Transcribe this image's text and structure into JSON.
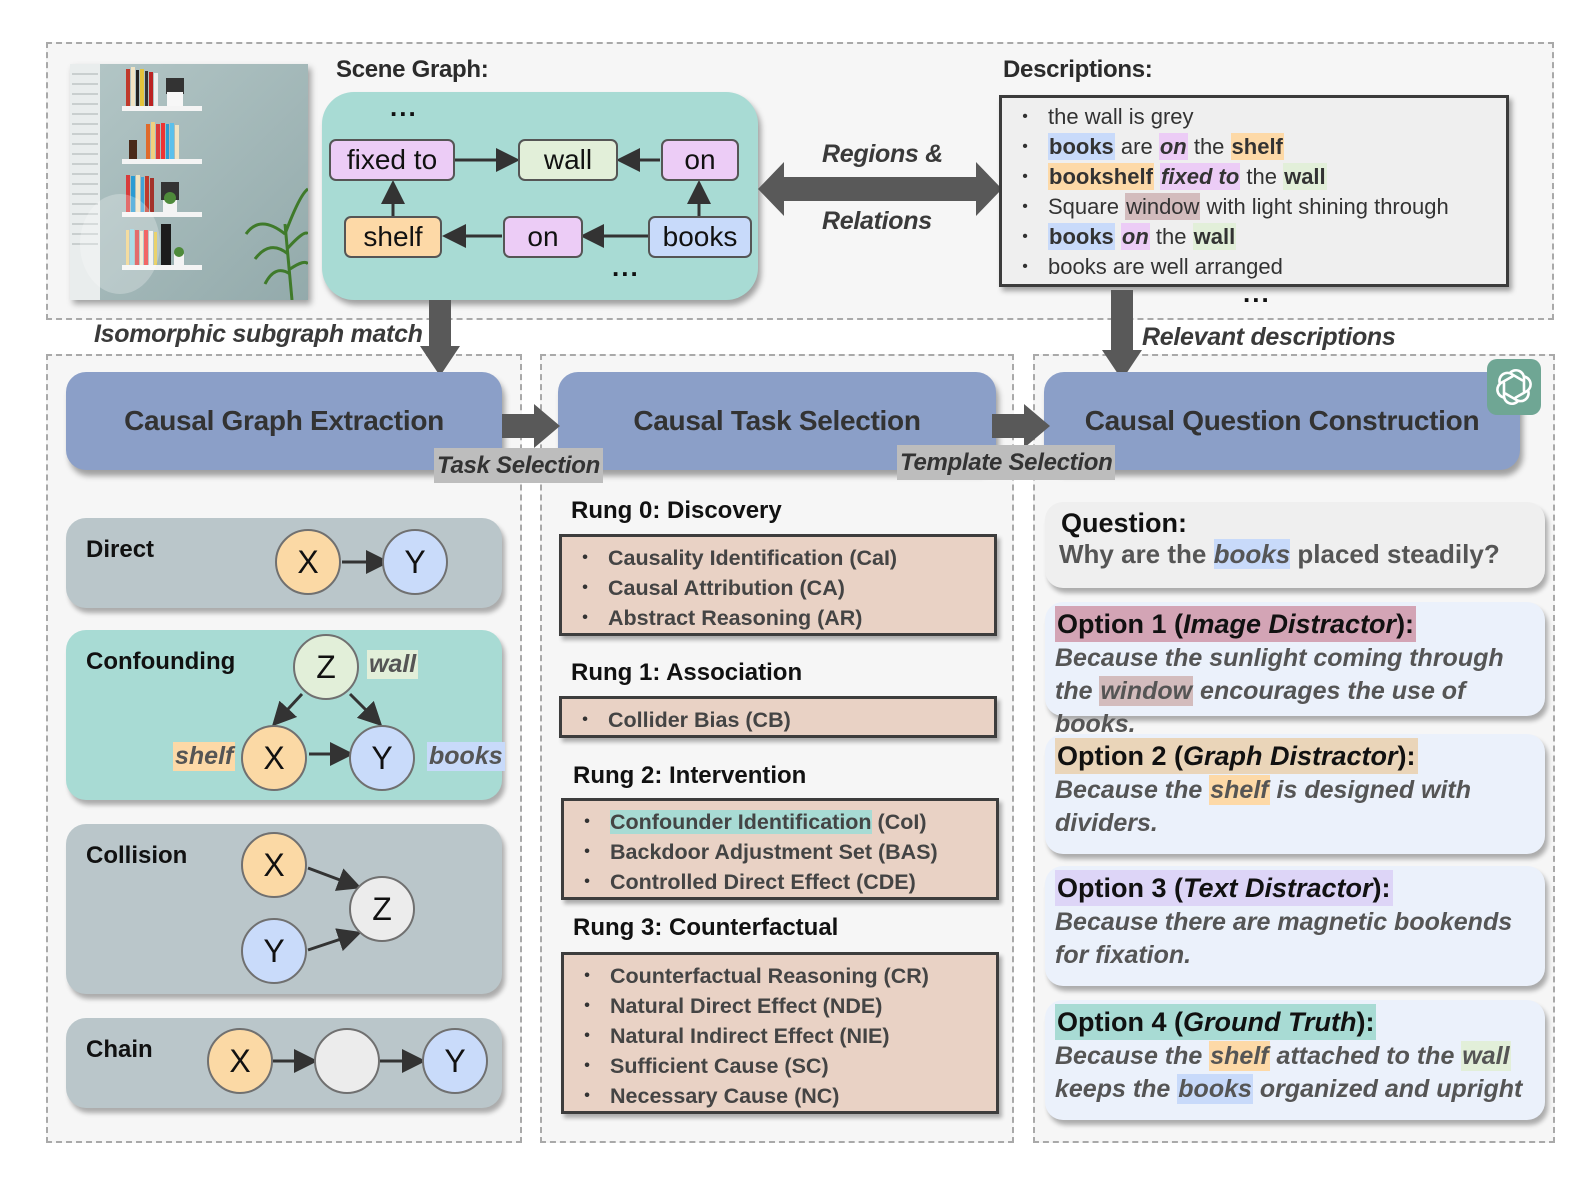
{
  "top": {
    "scene_graph_label": "Scene Graph:",
    "descriptions_label": "Descriptions:",
    "regions_relations_line1": "Regions &",
    "regions_relations_line2": "Relations",
    "ellipsis": "...",
    "scene_graph": {
      "nodes": {
        "fixed_to": "fixed to",
        "wall": "wall",
        "on_top": "on",
        "shelf": "shelf",
        "on_bottom": "on",
        "books": "books"
      }
    },
    "descriptions": [
      [
        {
          "t": "the wall is grey"
        }
      ],
      [
        {
          "t": "books",
          "hl": "blue",
          "b": true
        },
        {
          "t": " are "
        },
        {
          "t": "on",
          "hl": "pink",
          "b": true,
          "i": true
        },
        {
          "t": " the "
        },
        {
          "t": "shelf",
          "hl": "orange",
          "b": true
        }
      ],
      [
        {
          "t": "bookshelf",
          "hl": "orange",
          "b": true
        },
        {
          "t": " "
        },
        {
          "t": "fixed to",
          "hl": "pink",
          "b": true,
          "i": true
        },
        {
          "t": " the "
        },
        {
          "t": "wall",
          "hl": "green",
          "b": true
        }
      ],
      [
        {
          "t": "Square "
        },
        {
          "t": "window",
          "hl": "mauve"
        },
        {
          "t": " with light shining through"
        }
      ],
      [
        {
          "t": "books",
          "hl": "blue",
          "b": true
        },
        {
          "t": " "
        },
        {
          "t": "on",
          "hl": "pink",
          "b": true,
          "i": true
        },
        {
          "t": " the "
        },
        {
          "t": "wall",
          "hl": "green",
          "b": true
        }
      ],
      [
        {
          "t": "books are well arranged"
        }
      ]
    ]
  },
  "flow_labels": {
    "isomorphic": "Isomorphic subgraph match",
    "relevant": "Relevant descriptions",
    "task_selection": "Task Selection",
    "template_selection": "Template Selection"
  },
  "stages": {
    "extraction": "Causal Graph Extraction",
    "selection": "Causal Task Selection",
    "construction": "Causal Question Construction"
  },
  "graphs": {
    "direct": {
      "title": "Direct",
      "x": "X",
      "y": "Y"
    },
    "confounding": {
      "title": "Confounding",
      "x": "X",
      "y": "Y",
      "z": "Z",
      "z_label": "wall",
      "x_label": "shelf",
      "y_label": "books"
    },
    "collision": {
      "title": "Collision",
      "x": "X",
      "y": "Y",
      "z": "Z"
    },
    "chain": {
      "title": "Chain",
      "x": "X",
      "y": "Y"
    }
  },
  "rungs": [
    {
      "title": "Rung 0: Discovery",
      "items": [
        "Causality Identification (CaI)",
        "Causal Attribution (CA)",
        "Abstract Reasoning (AR)"
      ]
    },
    {
      "title": "Rung 1: Association",
      "items": [
        "Collider Bias (CB)"
      ]
    },
    {
      "title": "Rung 2: Intervention",
      "items": [
        "Confounder Identification (CoI)",
        "Backdoor Adjustment Set (BAS)",
        "Controlled Direct Effect (CDE)"
      ],
      "highlight_first": "Confounder Identification",
      "highlight_rest": " (CoI)"
    },
    {
      "title": "Rung 3: Counterfactual",
      "items": [
        "Counterfactual Reasoning (CR)",
        "Natural Direct Effect (NDE)",
        "Natural Indirect Effect (NIE)",
        "Sufficient Cause (SC)",
        "Necessary Cause (NC)"
      ]
    }
  ],
  "question": {
    "title": "Question:",
    "pre": "Why are the ",
    "hl": "books",
    "post": " placed steadily?"
  },
  "options": [
    {
      "prefix": "Option 1 (",
      "kind": "Image Distractor",
      "suffix": "):",
      "text": [
        {
          "t": "Because the sunlight coming through the "
        },
        {
          "t": "window",
          "hl": "mauve"
        },
        {
          "t": " encourages the use of books."
        }
      ]
    },
    {
      "prefix": "Option 2 (",
      "kind": "Graph Distractor",
      "suffix": "):",
      "text": [
        {
          "t": "Because the "
        },
        {
          "t": "shelf",
          "hl": "orange"
        },
        {
          "t": " is designed with dividers."
        }
      ]
    },
    {
      "prefix": "Option 3 (",
      "kind": "Text Distractor",
      "suffix": "):",
      "text": [
        {
          "t": "Because there are magnetic bookends for fixation."
        }
      ]
    },
    {
      "prefix": "Option 4 (",
      "kind": "Ground Truth",
      "suffix": "):",
      "text": [
        {
          "t": "Because the "
        },
        {
          "t": "shelf",
          "hl": "orange"
        },
        {
          "t": " attached to the "
        },
        {
          "t": "wall",
          "hl": "green"
        },
        {
          "t": " keeps the "
        },
        {
          "t": "books",
          "hl": "blue"
        },
        {
          "t": " organized and upright"
        }
      ]
    }
  ],
  "icons": {
    "llm": "openai-logo-icon",
    "photo": "bookshelf-photo"
  },
  "colors": {
    "teal": "#a8dbd4",
    "stage_blue": "#8b9fc8",
    "rung_fill": "#e9d2c5",
    "node_pink": "#ecccf6",
    "node_green": "#e2efd9",
    "node_orange": "#fdd9a7",
    "node_blue": "#c8dafa"
  }
}
